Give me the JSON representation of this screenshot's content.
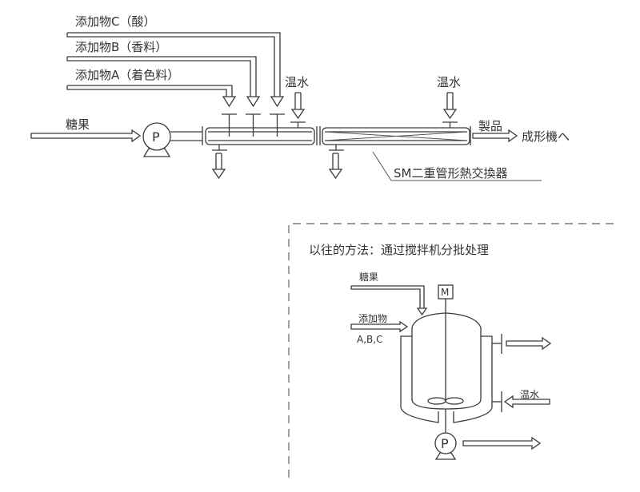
{
  "top_diagram": {
    "additives": [
      {
        "label": "添加物C（酸）"
      },
      {
        "label": "添加物B（香料）"
      },
      {
        "label": "添加物A（着色料）"
      }
    ],
    "candy_label": "糖果",
    "pump_letter": "P",
    "warm_water_1": "温水",
    "warm_water_2": "温水",
    "product_label": "製品",
    "destination_label": "成形機へ",
    "exchanger_label": "SM二重管形熱交換器"
  },
  "inset": {
    "title": "以往的方法：通过搅拌机分批处理",
    "candy_label": "糖果",
    "additive_label": "添加物",
    "additive_sub": "A,B,C",
    "motor_letter": "M",
    "pump_letter": "P",
    "warm_water": "温水"
  }
}
